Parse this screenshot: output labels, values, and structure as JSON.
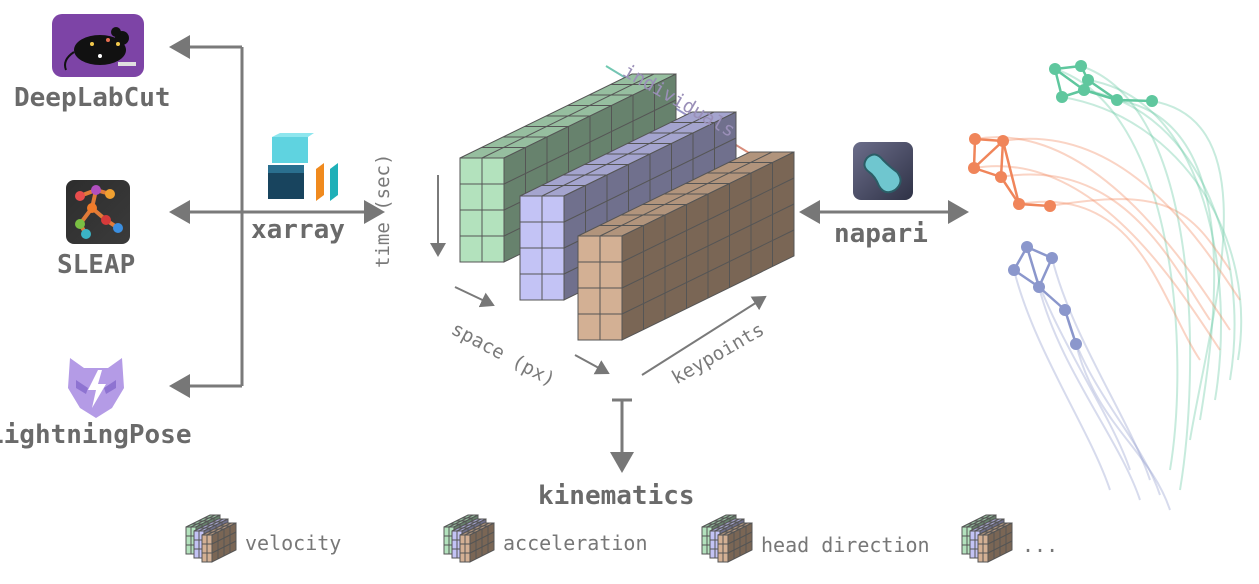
{
  "tools": {
    "deeplabcut": {
      "label": "DeepLabCut",
      "icon": "deeplabcut-mouse-logo"
    },
    "sleap": {
      "label": "SLEAP",
      "icon": "sleap-skeleton-logo"
    },
    "lightningpose": {
      "label": "LightningPose",
      "icon": "lightningpose-wolf-logo"
    }
  },
  "xarray": {
    "label": "xarray",
    "icon": "xarray-logo"
  },
  "napari": {
    "label": "napari",
    "icon": "napari-logo"
  },
  "cube": {
    "axes": {
      "time": "time (sec)",
      "space": "space (px)",
      "keypoints": "keypoints",
      "individuals": "individuals"
    },
    "colors": {
      "green": "#8fb597",
      "purple": "#9c9cc4",
      "brown": "#a98d76"
    }
  },
  "kinematics": {
    "title": "kinematics",
    "items": [
      "velocity",
      "acceleration",
      "head direction",
      "..."
    ]
  },
  "trajectories": {
    "colors": {
      "green": "#5fc79e",
      "orange": "#f0855a",
      "blue": "#8b97cc"
    }
  }
}
